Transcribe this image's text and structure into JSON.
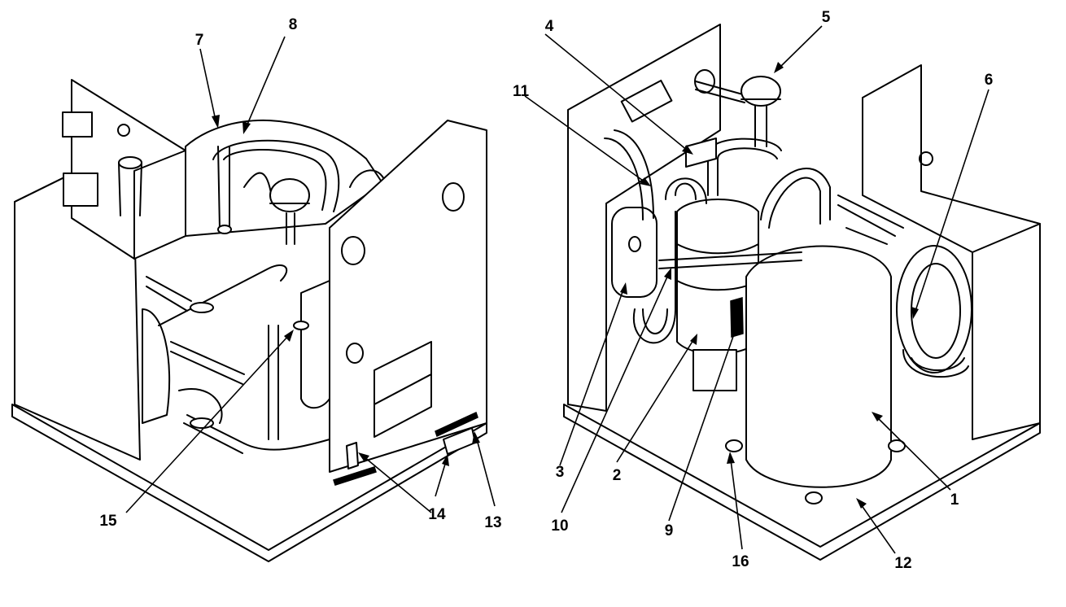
{
  "callouts": {
    "left": [
      "7",
      "8",
      "15",
      "14",
      "13"
    ],
    "right": [
      "4",
      "5",
      "11",
      "6",
      "3",
      "2",
      "10",
      "9",
      "16",
      "12",
      "1"
    ]
  }
}
